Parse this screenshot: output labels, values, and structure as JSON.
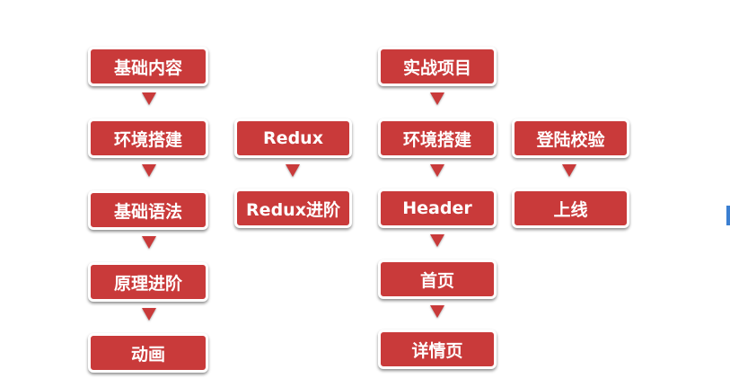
{
  "colors": {
    "node_fill": "#c93a3a",
    "node_border": "#ffffff",
    "arrow": "#c93a3a"
  },
  "columns": [
    {
      "id": "basics",
      "nodes": [
        "基础内容",
        "环境搭建",
        "基础语法",
        "原理进阶",
        "动画"
      ]
    },
    {
      "id": "redux",
      "nodes": [
        "Redux",
        "Redux进阶"
      ]
    },
    {
      "id": "project",
      "nodes": [
        "实战项目",
        "环境搭建",
        "Header",
        "首页",
        "详情页"
      ]
    },
    {
      "id": "deploy",
      "nodes": [
        "登陆校验",
        "上线"
      ]
    }
  ]
}
